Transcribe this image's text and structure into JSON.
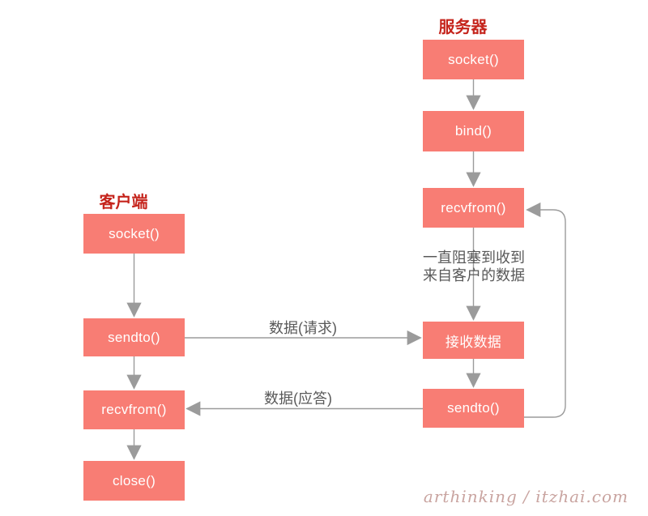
{
  "server": {
    "title": "服务器",
    "nodes": [
      {
        "id": "server-socket",
        "label": "socket()"
      },
      {
        "id": "server-bind",
        "label": "bind()"
      },
      {
        "id": "server-recvfrom",
        "label": "recvfrom()"
      },
      {
        "id": "server-receive-data",
        "label": "接收数据"
      },
      {
        "id": "server-sendto",
        "label": "sendto()"
      }
    ]
  },
  "client": {
    "title": "客户端",
    "nodes": [
      {
        "id": "client-socket",
        "label": "socket()"
      },
      {
        "id": "client-sendto",
        "label": "sendto()"
      },
      {
        "id": "client-recvfrom",
        "label": "recvfrom()"
      },
      {
        "id": "client-close",
        "label": "close()"
      }
    ]
  },
  "annotations": {
    "block_note_line1": "一直阻塞到收到",
    "block_note_line2": "来自客户的数据",
    "request_label": "数据(请求)",
    "reply_label": "数据(应答)"
  },
  "edges": [
    {
      "from": "server-socket",
      "to": "server-bind",
      "label": ""
    },
    {
      "from": "server-bind",
      "to": "server-recvfrom",
      "label": ""
    },
    {
      "from": "server-recvfrom",
      "to": "server-receive-data",
      "label": "一直阻塞到收到来自客户的数据"
    },
    {
      "from": "server-receive-data",
      "to": "server-sendto",
      "label": ""
    },
    {
      "from": "server-sendto",
      "to": "server-recvfrom",
      "label": "",
      "style": "loop-right"
    },
    {
      "from": "client-socket",
      "to": "client-sendto",
      "label": ""
    },
    {
      "from": "client-sendto",
      "to": "client-recvfrom",
      "label": ""
    },
    {
      "from": "client-recvfrom",
      "to": "client-close",
      "label": ""
    },
    {
      "from": "client-sendto",
      "to": "server-receive-data",
      "label": "数据(请求)"
    },
    {
      "from": "server-sendto",
      "to": "client-recvfrom",
      "label": "数据(应答)"
    }
  ],
  "watermark": "arthinking / itzhai.com",
  "colors": {
    "node_fill": "#f87d74",
    "node_text": "#ffffff",
    "title_red": "#c5241c",
    "arrow_gray": "#9b9b9b",
    "label_gray": "#595959",
    "watermark_pink": "#c9a4a0",
    "background": "#ffffff"
  }
}
